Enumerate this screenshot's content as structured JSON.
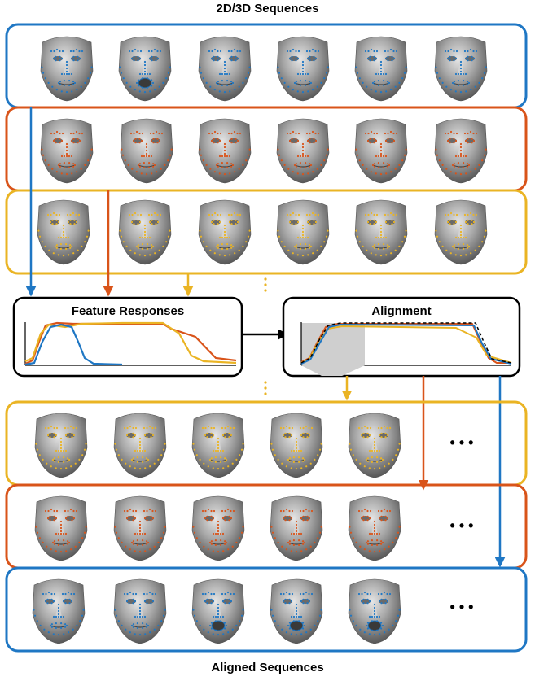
{
  "titles": {
    "top": "2D/3D Sequences",
    "bottom": "Aligned Sequences"
  },
  "boxes": {
    "features": "Feature Responses",
    "alignment": "Alignment"
  },
  "ellipsis": "• • •",
  "colors": {
    "blue": "#1f77c4",
    "orange": "#d9541a",
    "yellow": "#eab424",
    "face": "#9a9a9a"
  }
}
